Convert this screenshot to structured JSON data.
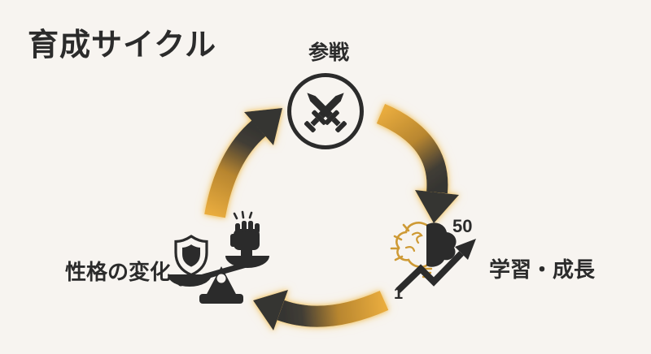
{
  "page": {
    "title": "育成サイクル"
  },
  "colors": {
    "background": "#F7F4F0",
    "ink": "#2B2B2B",
    "gold": "#D9A33C",
    "glow": "#F0C261"
  },
  "diagram": {
    "type": "cycle",
    "direction": "clockwise",
    "nodes": {
      "battle": {
        "label": "参戦",
        "icon": "crossed-swords-icon"
      },
      "growth": {
        "label": "学習・成長",
        "icon": "brain-bulb-chart-icon",
        "chart_start": "1",
        "chart_end": "50"
      },
      "personality": {
        "label": "性格の変化",
        "icon": "balance-scale-icon"
      }
    }
  }
}
